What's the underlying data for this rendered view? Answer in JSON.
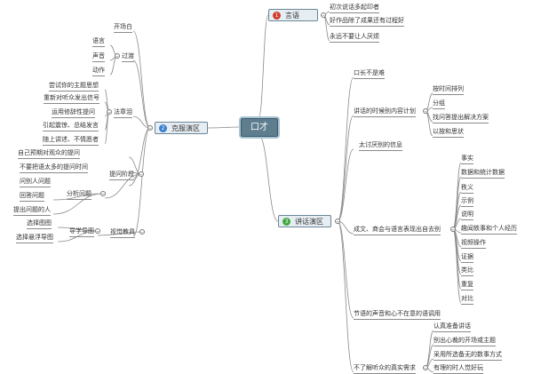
{
  "root": "口才",
  "colors": {
    "line": "#8a8a8a",
    "n1": "#d23b2f",
    "n2": "#3b7fd2",
    "n3": "#3fa83f"
  },
  "opening": {
    "label": "言语",
    "num": "1",
    "items": [
      "初次说话多起印者",
      "好作品除了成果还有过程好",
      "永远不要让人厌烦"
    ]
  },
  "overcome": {
    "label": "克服演区",
    "num": "2",
    "kaichangbai": "开场白",
    "guodu": {
      "label": "过渡",
      "items": [
        "语言",
        "声音",
        "动作"
      ]
    },
    "tiaozhan": {
      "label": "法章泪",
      "items": [
        "尝试你的主题思想",
        "重新对听众发出信号",
        "运用修辞性提问",
        "引起震惊、总结发言",
        "随上讲述、不情愿者"
      ]
    },
    "tiwen": {
      "label": "提问阶段",
      "items": [
        "自己预期对观众的提问",
        "不要把语太多的提问时间",
        "问别人问题"
      ]
    },
    "fenxi": {
      "label": "分析问题",
      "items": [
        "回答问题",
        "提出问题的人"
      ]
    },
    "shijue": {
      "label": "视觉教具",
      "daoxue": {
        "label": "导学导图",
        "items": [
          "选择图图",
          "选择悬浮导图"
        ]
      }
    }
  },
  "speech": {
    "label": "讲话演区",
    "num": "3",
    "items": [
      "口长不是难",
      "讲话的时候别内容计划",
      "太讨厌别的信息",
      "成文、商会与语言表现出自去别",
      "节语的声音和心不在意的语调用",
      "不了解听众的真实需求"
    ],
    "jihua": [
      "按时间排列",
      "分组",
      "找问答提出解决方案",
      "以按和思状"
    ],
    "xiangguan": [
      "事实",
      "数据和统计数据",
      "秩义",
      "示例",
      "说明",
      "趣闻轶事和个人经历",
      "视频操作",
      "证据",
      "类比",
      "重复",
      "对比"
    ],
    "xuqiu": [
      "认真准备讲话",
      "别出心裁的开场或主题",
      "采用所选备无的数事方式",
      "有理的时人觉好玩"
    ]
  }
}
